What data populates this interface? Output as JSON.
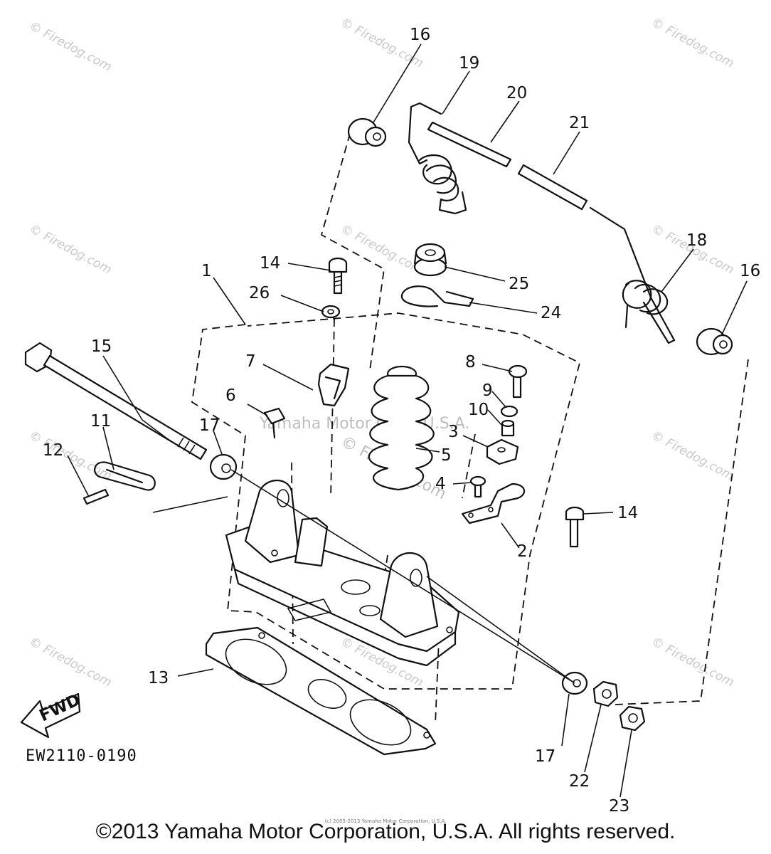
{
  "diagram": {
    "doc_number": "EW2110-0190",
    "fwd_label": "FWD",
    "copyright": "©2013 Yamaha Motor Corporation, U.S.A. All rights reserved.",
    "small_copyright": "(c) 2005-2013 Yamaha Motor Corporation, U.S.A.",
    "center_watermark": "Yamaha Motor Corp.,U.S.A.",
    "center_watermark_sub": "© Firedog.com",
    "watermark": "© Firedog.com",
    "callouts": [
      {
        "id": "c16a",
        "text": "16"
      },
      {
        "id": "c19",
        "text": "19"
      },
      {
        "id": "c20",
        "text": "20"
      },
      {
        "id": "c21",
        "text": "21"
      },
      {
        "id": "c18",
        "text": "18"
      },
      {
        "id": "c16b",
        "text": "16"
      },
      {
        "id": "c14a",
        "text": "14"
      },
      {
        "id": "c25",
        "text": "25"
      },
      {
        "id": "c26",
        "text": "26"
      },
      {
        "id": "c24",
        "text": "24"
      },
      {
        "id": "c1",
        "text": "1"
      },
      {
        "id": "c15",
        "text": "15"
      },
      {
        "id": "c7",
        "text": "7"
      },
      {
        "id": "c8",
        "text": "8"
      },
      {
        "id": "c9",
        "text": "9"
      },
      {
        "id": "c10",
        "text": "10"
      },
      {
        "id": "c6",
        "text": "6"
      },
      {
        "id": "c3",
        "text": "3"
      },
      {
        "id": "c17a",
        "text": "17"
      },
      {
        "id": "c11",
        "text": "11"
      },
      {
        "id": "c12",
        "text": "12"
      },
      {
        "id": "c5",
        "text": "5"
      },
      {
        "id": "c4",
        "text": "4"
      },
      {
        "id": "c14b",
        "text": "14"
      },
      {
        "id": "c2",
        "text": "2"
      },
      {
        "id": "c13",
        "text": "13"
      },
      {
        "id": "c17b",
        "text": "17"
      },
      {
        "id": "c22",
        "text": "22"
      },
      {
        "id": "c23",
        "text": "23"
      }
    ]
  }
}
